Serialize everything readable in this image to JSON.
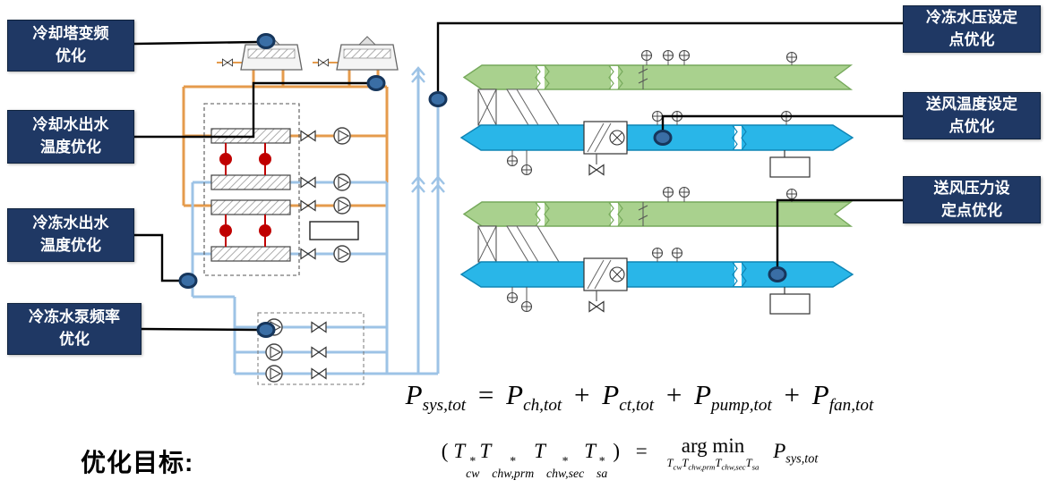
{
  "labels": {
    "left": [
      {
        "line1": "冷却塔变频",
        "line2": "优化"
      },
      {
        "line1": "冷却水出水",
        "line2": "温度优化"
      },
      {
        "line1": "冷冻水出水",
        "line2": "温度优化"
      },
      {
        "line1": "冷冻水泵频率",
        "line2": "优化"
      }
    ],
    "right": [
      {
        "line1": "冷冻水压设定",
        "line2": "点优化"
      },
      {
        "line1": "送风温度设定",
        "line2": "点优化"
      },
      {
        "line1": "送风压力设",
        "line2": "定点优化"
      }
    ]
  },
  "objective_label": "优化目标:",
  "formulas": {
    "eq1": {
      "lhs": {
        "b": "P",
        "s": "sys,tot"
      },
      "eq": "=",
      "plus": "+",
      "terms": [
        {
          "b": "P",
          "s": "ch,tot"
        },
        {
          "b": "P",
          "s": "ct,tot"
        },
        {
          "b": "P",
          "s": "pump,tot"
        },
        {
          "b": "P",
          "s": "fan,tot"
        }
      ]
    },
    "eq2": {
      "open": "(",
      "close": ")",
      "eq": "=",
      "argmin": "arg min",
      "vars": [
        {
          "b": "T",
          "sup": "*",
          "s": "cw"
        },
        {
          "b": "T",
          "sup": "*",
          "s": "chw,prm"
        },
        {
          "b": "T",
          "sup": "*",
          "s": "chw,sec"
        },
        {
          "b": "T",
          "sup": "*",
          "s": "sa"
        }
      ],
      "under": [
        {
          "b": "T",
          "s": "cw"
        },
        {
          "b": "T",
          "s": "chw,prm"
        },
        {
          "b": "T",
          "s": "chw,sec"
        },
        {
          "b": "T",
          "s": "sa"
        }
      ],
      "rhs": {
        "b": "P",
        "s": "sys,tot"
      }
    }
  },
  "colors": {
    "label_box": "#1F3864",
    "node_fill": "#3A6EA5",
    "node_stroke": "#16365C",
    "condenser_pipe": "#E59B4C",
    "chilled_pipe": "#9DC3E6",
    "return_duct_fill": "#A9D18E",
    "return_duct_stroke": "#76A95B",
    "supply_duct_fill": "#29B6E8",
    "supply_duct_stroke": "#0F85B5",
    "chiller_red": "#C00000"
  }
}
